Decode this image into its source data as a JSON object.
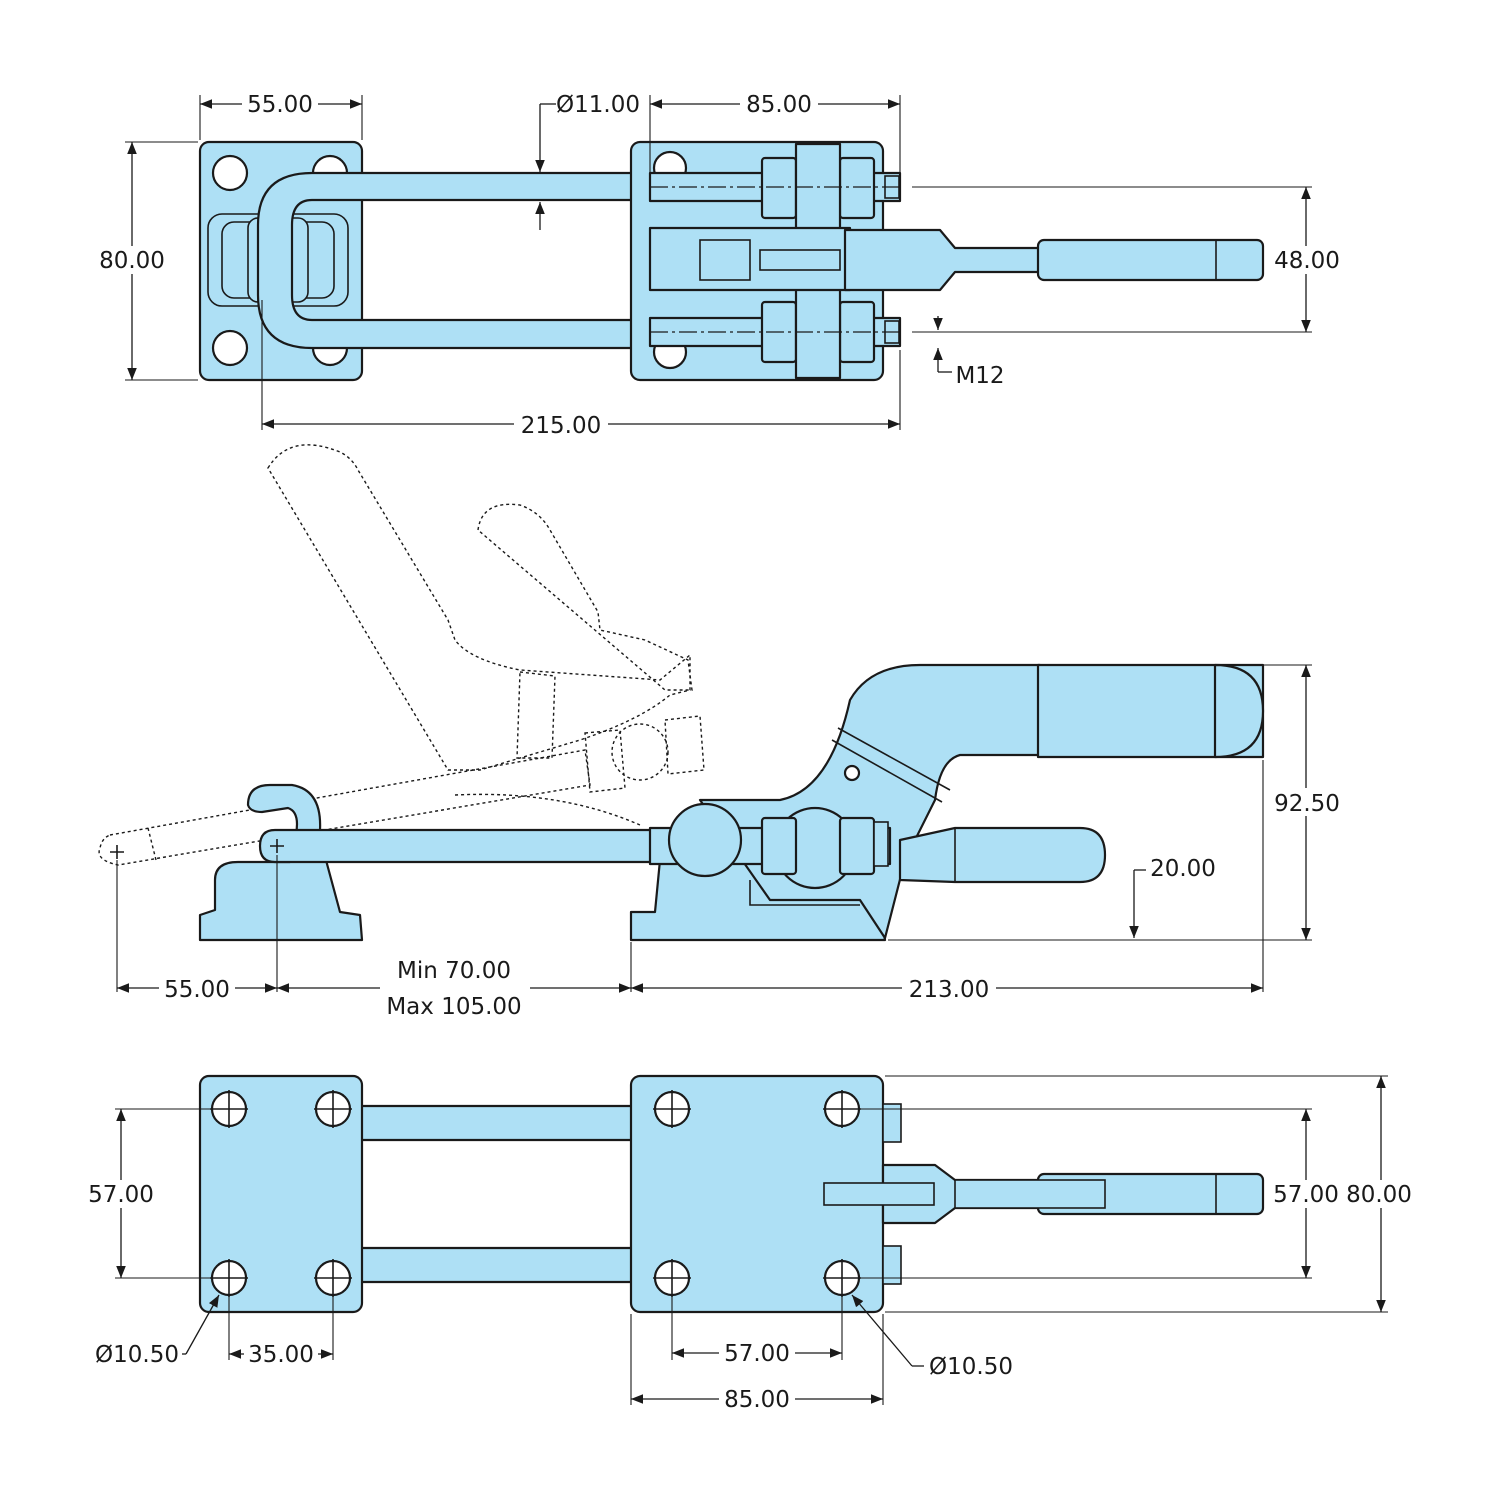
{
  "dimensions": {
    "top_left_plate_width": "55.00",
    "top_bolt_diameter": "Ø11.00",
    "top_right_plate_width": "85.00",
    "top_plate_height": "80.00",
    "top_handle_width": "48.00",
    "top_thread": "M12",
    "top_overall_length": "215.00",
    "side_height": "92.50",
    "side_handle_height": "20.00",
    "side_hook_offset": "55.00",
    "side_min_reach": "Min 70.00",
    "side_max_reach": "Max 105.00",
    "side_overall_length": "213.00",
    "bottom_left_hole_spacing": "57.00",
    "bottom_left_hole_diameter": "Ø10.50",
    "bottom_left_hole_pitch": "35.00",
    "bottom_right_hole_spacing": "57.00",
    "bottom_right_plate_height": "80.00",
    "bottom_right_hole_pitch": "57.00",
    "bottom_right_hole_diameter": "Ø10.50",
    "bottom_right_plate_width": "85.00"
  },
  "colors": {
    "part_fill": "#aee0f5",
    "line": "#1a1a1a",
    "background": "#ffffff"
  }
}
